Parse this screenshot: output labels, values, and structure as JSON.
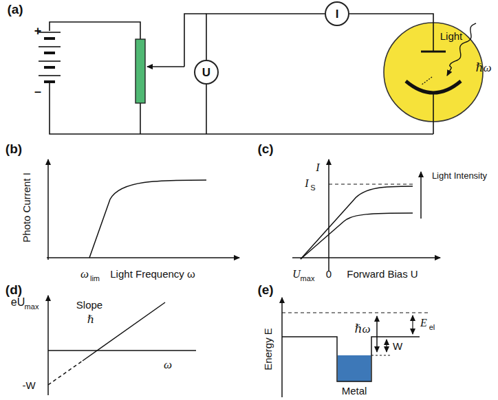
{
  "diagram": {
    "nodes": [
      {
        "text": [
          "I"
        ]
      },
      {
        "text": [
          "U"
        ]
      }
    ],
    "edges": [
      {
        "from": 0,
        "to": 1,
        "arrow": "none"
      }
    ],
    "labels": [
      "(a)",
      "+",
      "–",
      "Light",
      "ℏω",
      "(b)",
      "Photo Current I",
      "ω",
      "lim",
      "Light Frequency ω",
      "(c)",
      "I",
      "I",
      "S",
      "Light Intensity",
      "U",
      "max",
      "0",
      "Forward Bias U",
      "(d)",
      "eU",
      "max",
      "Slope",
      "ℏ",
      "-W",
      "ω",
      "(e)",
      "Energy E",
      "ℏω",
      "E",
      "el",
      "W",
      "Metal"
    ]
  }
}
